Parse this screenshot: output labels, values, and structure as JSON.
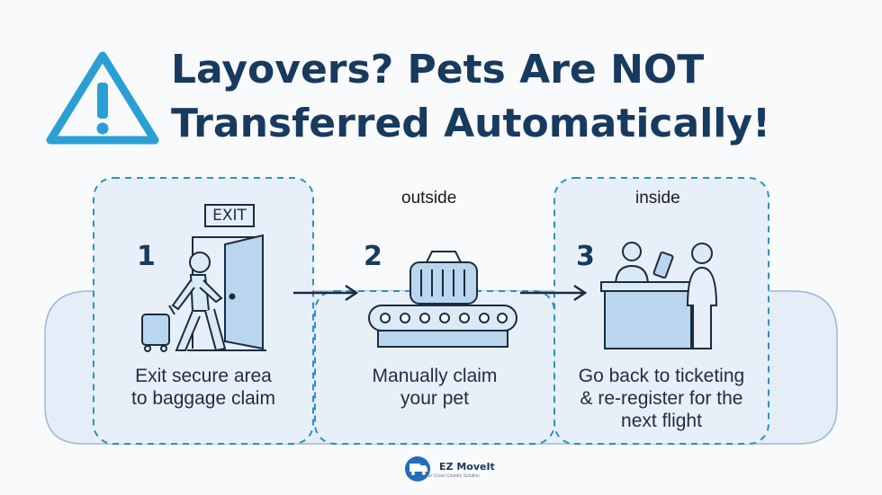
{
  "title": {
    "line1": "Layovers? Pets Are NOT",
    "line2": "Transferred Automatically!"
  },
  "icons": {
    "warning": "warning-triangle-icon",
    "exit": "exit-door-icon",
    "crate": "pet-crate-conveyor-icon",
    "ticketing": "ticket-counter-icon",
    "logo": "moving-truck-logo-icon"
  },
  "steps": [
    {
      "number": "1",
      "lines": [
        "Exit secure area",
        "to baggage claim"
      ],
      "exit_sign": "EXIT"
    },
    {
      "number": "2",
      "label": "outside",
      "lines": [
        "Manually claim",
        "your pet"
      ]
    },
    {
      "number": "3",
      "label": "inside",
      "lines": [
        "Go back to ticketing",
        "& re-register for the",
        "next flight"
      ]
    }
  ],
  "logo": {
    "name": "EZ MoveIt",
    "tagline": "Your Cross Country Solution"
  },
  "colors": {
    "navy": "#173a5e",
    "accent_blue": "#2a9fd6",
    "panel_fill": "#e4eef8",
    "dashed": "#2f8fc0"
  }
}
